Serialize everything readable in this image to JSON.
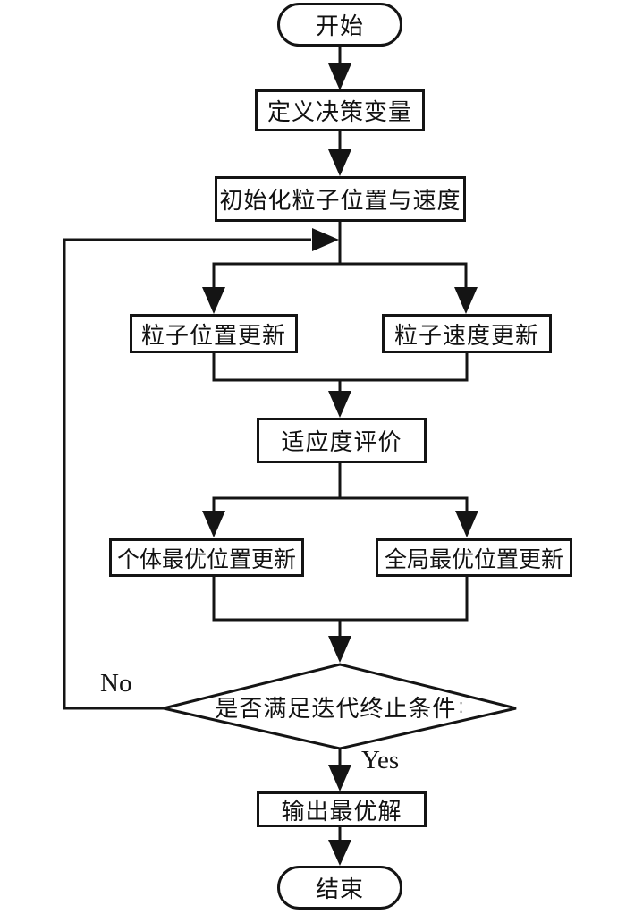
{
  "figure": {
    "type": "flowchart",
    "background_color": "#ffffff",
    "line_color": "#141414",
    "text_color": "#111111"
  },
  "nodes": {
    "start": {
      "type": "terminator",
      "label": "开始"
    },
    "define_vars": {
      "type": "process",
      "label": "定义决策变量"
    },
    "init_particles": {
      "type": "process",
      "label": "初始化粒子位置与速度"
    },
    "position_update": {
      "type": "process",
      "label": "粒子位置更新"
    },
    "velocity_update": {
      "type": "process",
      "label": "粒子速度更新"
    },
    "fitness_eval": {
      "type": "process",
      "label": "适应度评价"
    },
    "personal_best_update": {
      "type": "process",
      "label": "个体最优位置更新"
    },
    "global_best_update": {
      "type": "process",
      "label": "全局最优位置更新"
    },
    "decision": {
      "type": "decision",
      "label": "是否满足迭代终止条件",
      "suffix": ":"
    },
    "output_solution": {
      "type": "process",
      "label": "输出最优解"
    },
    "end": {
      "type": "terminator",
      "label": "结束"
    }
  },
  "edge_labels": {
    "no": "No",
    "yes": "Yes"
  }
}
